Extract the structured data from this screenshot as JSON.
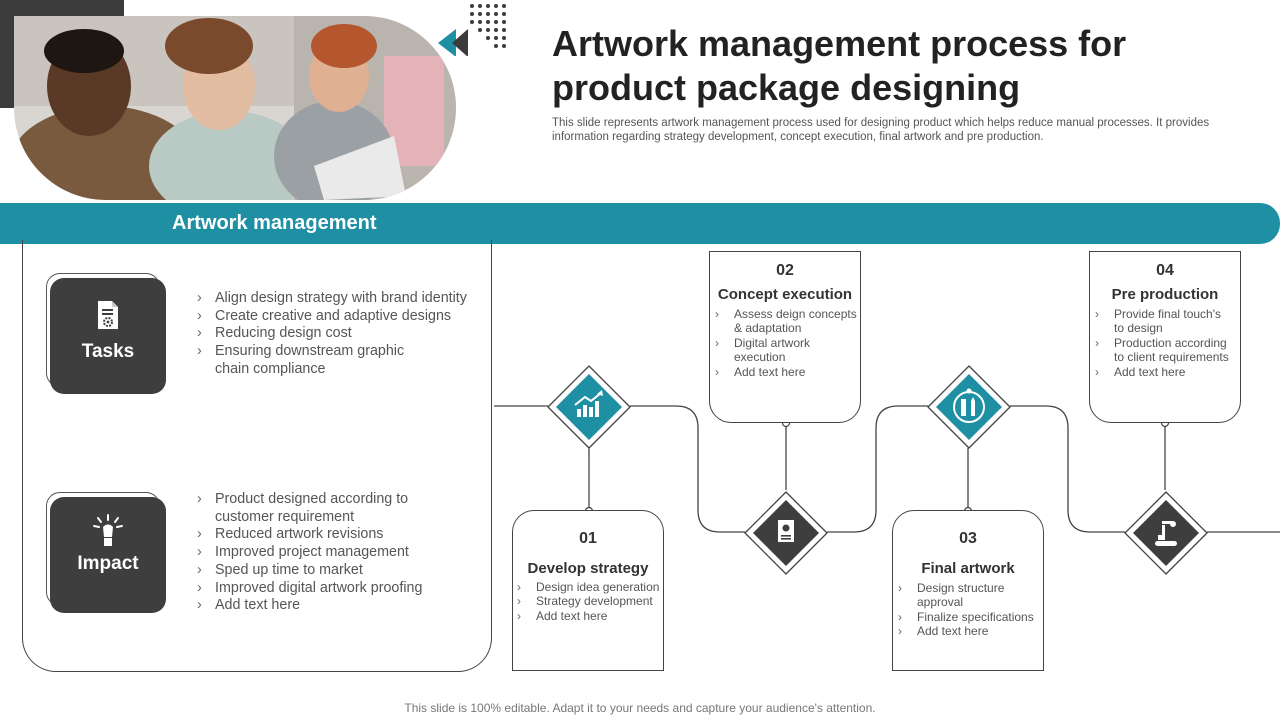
{
  "header": {
    "title": "Artwork management process for product package designing",
    "subtitle": "This slide represents artwork management process used for designing product which helps reduce manual processes. It provides information regarding strategy development, concept execution, final artwork and pre production."
  },
  "band": {
    "label": "Artwork management"
  },
  "tasks": {
    "title": "Tasks",
    "icon": "document-gear-icon",
    "items": [
      "Align design strategy with brand identity",
      "Create creative and adaptive designs",
      "Reducing design cost",
      "Ensuring downstream graphic chain compliance"
    ]
  },
  "impact": {
    "title": "Impact",
    "icon": "idea-hand-icon",
    "items": [
      "Product designed according to customer requirement",
      "Reduced artwork revisions",
      "Improved project management",
      "Sped up time to market",
      "Improved digital artwork proofing",
      "Add text here"
    ]
  },
  "steps": [
    {
      "number": "01",
      "title": "Develop strategy",
      "icon": "growth-chart-icon",
      "items": [
        "Design idea generation",
        "Strategy development",
        "Add text here"
      ]
    },
    {
      "number": "02",
      "title": "Concept execution",
      "icon": "certificate-icon",
      "items": [
        "Assess deign concepts & adaptation",
        "Digital artwork execution",
        "Add text here"
      ]
    },
    {
      "number": "03",
      "title": "Final artwork",
      "icon": "design-tools-icon",
      "items": [
        "Design structure approval",
        "Finalize specifications",
        "Add text here"
      ]
    },
    {
      "number": "04",
      "title": "Pre production",
      "icon": "conveyor-robot-icon",
      "items": [
        "Provide final touch's to design",
        "Production according to client requirements",
        "Add text here"
      ]
    }
  ],
  "footer": {
    "text": "This slide is 100% editable. Adapt it to your needs and capture your audience's attention."
  },
  "colors": {
    "accent": "#1f8fa3",
    "dark": "#3e3e3e"
  }
}
